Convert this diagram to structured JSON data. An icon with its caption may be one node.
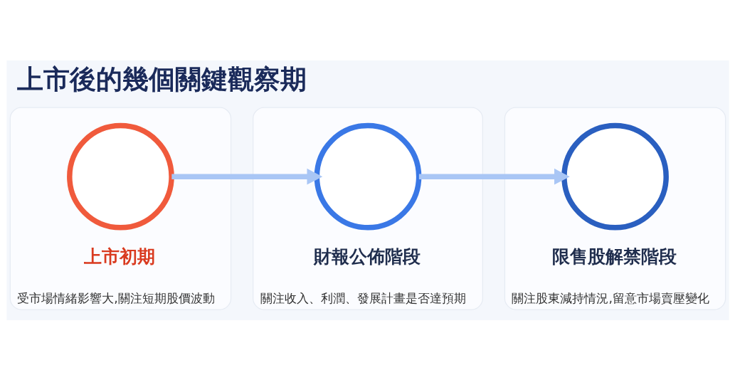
{
  "diagram": {
    "title": "上市後的幾個關鍵觀察期",
    "nodes": [
      {
        "text": [
          "上市初期",
          "受市場情緒影響大,關注短期股價波動"
        ]
      },
      {
        "text": [],
        "shape": "circle",
        "in": 0
      },
      {
        "text": [
          "財報公佈階段",
          "關注收入、利潤、發展計畫是否達預期"
        ]
      },
      {
        "text": [],
        "shape": "circle",
        "in": 2
      },
      {
        "text": [
          "限售股解禁階段",
          "關注股東減持情況,留意市場賣壓變化"
        ]
      },
      {
        "text": [],
        "shape": "circle",
        "in": 4
      }
    ],
    "edges": [
      {
        "from": 1,
        "to": 3,
        "arrow": "to"
      },
      {
        "from": 3,
        "to": 5,
        "arrow": "to"
      }
    ]
  }
}
